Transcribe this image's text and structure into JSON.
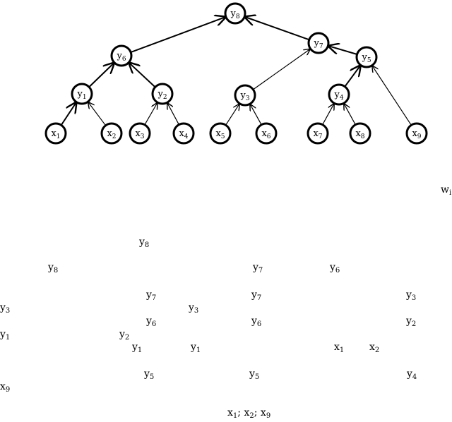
{
  "tree": {
    "nodes": [
      {
        "id": "y8",
        "base": "y",
        "sub": "8"
      },
      {
        "id": "y7",
        "base": "y",
        "sub": "7"
      },
      {
        "id": "y6",
        "base": "y",
        "sub": "6"
      },
      {
        "id": "y5",
        "base": "y",
        "sub": "5"
      },
      {
        "id": "y1",
        "base": "y",
        "sub": "1"
      },
      {
        "id": "y2",
        "base": "y",
        "sub": "2"
      },
      {
        "id": "y3",
        "base": "y",
        "sub": "3"
      },
      {
        "id": "y4",
        "base": "y",
        "sub": "4"
      },
      {
        "id": "x1",
        "base": "x",
        "sub": "1"
      },
      {
        "id": "x2",
        "base": "x",
        "sub": "2"
      },
      {
        "id": "x3",
        "base": "x",
        "sub": "3"
      },
      {
        "id": "x4",
        "base": "x",
        "sub": "4"
      },
      {
        "id": "x5",
        "base": "x",
        "sub": "5"
      },
      {
        "id": "x6",
        "base": "x",
        "sub": "6"
      },
      {
        "id": "x7",
        "base": "x",
        "sub": "7"
      },
      {
        "id": "x8",
        "base": "x",
        "sub": "8"
      },
      {
        "id": "x9",
        "base": "x",
        "sub": "9"
      }
    ],
    "edges": [
      [
        "y6",
        "y8"
      ],
      [
        "y7",
        "y8"
      ],
      [
        "y1",
        "y6"
      ],
      [
        "y2",
        "y6"
      ],
      [
        "y3",
        "y7"
      ],
      [
        "y5",
        "y7"
      ],
      [
        "y4",
        "y5"
      ],
      [
        "x9",
        "y5"
      ],
      [
        "x1",
        "y1"
      ],
      [
        "x2",
        "y1"
      ],
      [
        "x3",
        "y2"
      ],
      [
        "x4",
        "y2"
      ],
      [
        "x5",
        "y3"
      ],
      [
        "x6",
        "y3"
      ],
      [
        "x7",
        "y4"
      ],
      [
        "x8",
        "y4"
      ]
    ]
  },
  "fragments": [
    {
      "id": "w-i",
      "base": "w",
      "sub": "i"
    },
    {
      "id": "y8-a",
      "base": "y",
      "sub": "8"
    },
    {
      "id": "y8-b",
      "base": "y",
      "sub": "8"
    },
    {
      "id": "y7-a",
      "base": "y",
      "sub": "7"
    },
    {
      "id": "y6-a",
      "base": "y",
      "sub": "6"
    },
    {
      "id": "y7-b",
      "base": "y",
      "sub": "7"
    },
    {
      "id": "y7-c",
      "base": "y",
      "sub": "7"
    },
    {
      "id": "y3-a",
      "base": "y",
      "sub": "3"
    },
    {
      "id": "y3-b",
      "base": "y",
      "sub": "3"
    },
    {
      "id": "y3-c",
      "base": "y",
      "sub": "3"
    },
    {
      "id": "y6-b",
      "base": "y",
      "sub": "6"
    },
    {
      "id": "y6-c",
      "base": "y",
      "sub": "6"
    },
    {
      "id": "y2-a",
      "base": "y",
      "sub": "2"
    },
    {
      "id": "y1-a",
      "base": "y",
      "sub": "1"
    },
    {
      "id": "y2-b",
      "base": "y",
      "sub": "2"
    },
    {
      "id": "y1-b",
      "base": "y",
      "sub": "1"
    },
    {
      "id": "y1-c",
      "base": "y",
      "sub": "1"
    },
    {
      "id": "x1-a",
      "base": "x",
      "sub": "1"
    },
    {
      "id": "x2-a",
      "base": "x",
      "sub": "2"
    },
    {
      "id": "y5-a",
      "base": "y",
      "sub": "5"
    },
    {
      "id": "y5-b",
      "base": "y",
      "sub": "5"
    },
    {
      "id": "y4-a",
      "base": "y",
      "sub": "4"
    },
    {
      "id": "x9-a",
      "base": "x",
      "sub": "9"
    }
  ],
  "bottom_fragment": {
    "parts": [
      {
        "base": "x",
        "sub": "1"
      },
      {
        "sep": "; "
      },
      {
        "base": "x",
        "sub": "2"
      },
      {
        "sep": "; "
      },
      {
        "base": "x",
        "sub": "9"
      }
    ]
  }
}
